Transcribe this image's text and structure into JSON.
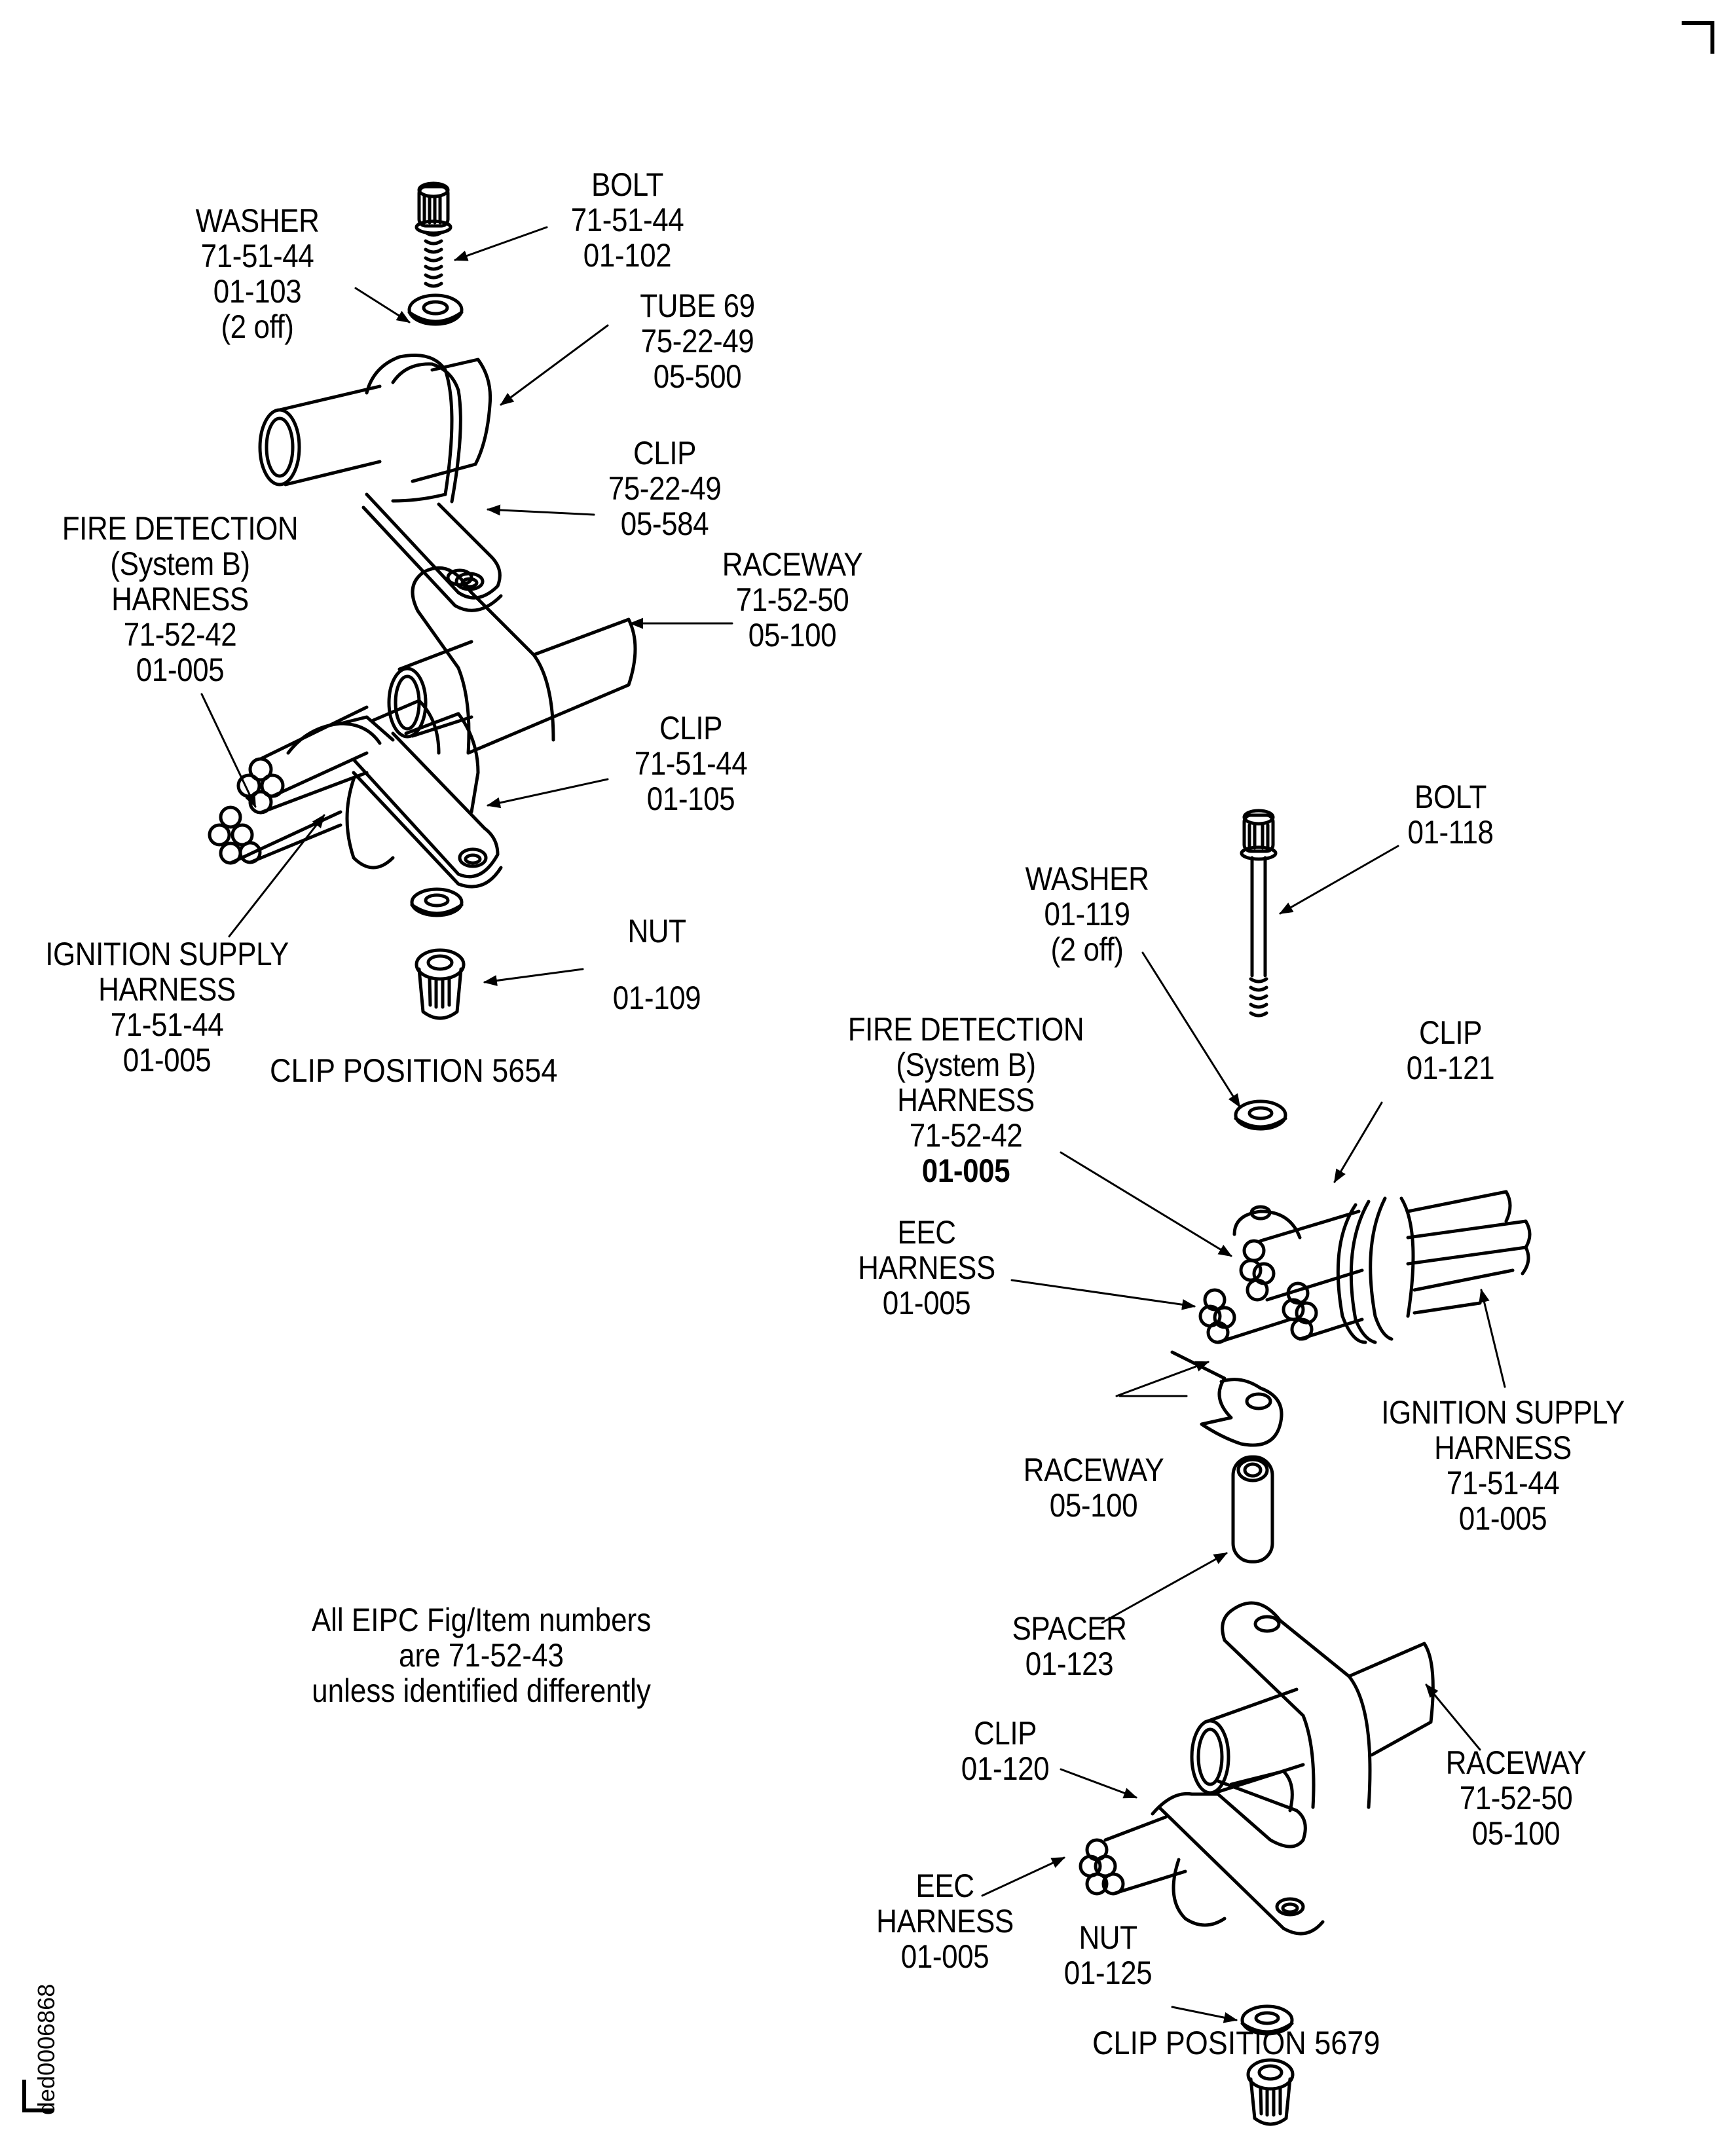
{
  "figure": {
    "document_id": "ded0006868",
    "note": [
      "All EIPC Fig/Item numbers",
      "are 71-52-43",
      "unless identified differently"
    ],
    "views": [
      {
        "caption": "CLIP  POSITION 5654",
        "labels": {
          "washer": [
            "WASHER",
            "71-51-44",
            "01-103",
            "(2 off)"
          ],
          "bolt": [
            "BOLT",
            "71-51-44",
            "01-102"
          ],
          "tube": [
            "TUBE 69",
            "75-22-49",
            "05-500"
          ],
          "clip_tube": [
            "CLIP",
            "75-22-49",
            "05-584"
          ],
          "fire_detection": [
            "FIRE DETECTION",
            "(System B)",
            "HARNESS",
            "71-52-42",
            "01-005"
          ],
          "raceway": [
            "RACEWAY",
            "71-52-50",
            "05-100"
          ],
          "clip_harness": [
            "CLIP",
            "71-51-44",
            "01-105"
          ],
          "ignition": [
            "IGNITION SUPPLY",
            "HARNESS",
            "71-51-44",
            "01-005"
          ],
          "nut": [
            "NUT",
            "",
            "01-109"
          ]
        }
      },
      {
        "caption": "CLIP  POSITION 5679",
        "labels": {
          "bolt": [
            "BOLT",
            "01-118"
          ],
          "washer": [
            "WASHER",
            "01-119",
            "(2 off)"
          ],
          "fire_detection": [
            "FIRE DETECTION",
            "(System B)",
            "HARNESS",
            "71-52-42",
            "01-005"
          ],
          "clip_upper": [
            "CLIP",
            "01-121"
          ],
          "eec_upper": [
            "EEC",
            "HARNESS",
            "01-005"
          ],
          "ignition": [
            "IGNITION SUPPLY",
            "HARNESS",
            "71-51-44",
            "01-005"
          ],
          "raceway_lug": [
            "RACEWAY",
            "05-100"
          ],
          "spacer": [
            "SPACER",
            "01-123"
          ],
          "raceway": [
            "RACEWAY",
            "71-52-50",
            "05-100"
          ],
          "clip_lower": [
            "CLIP",
            "01-120"
          ],
          "eec_lower": [
            "EEC",
            "HARNESS",
            "01-005"
          ],
          "nut": [
            "NUT",
            "01-125"
          ]
        }
      }
    ]
  }
}
